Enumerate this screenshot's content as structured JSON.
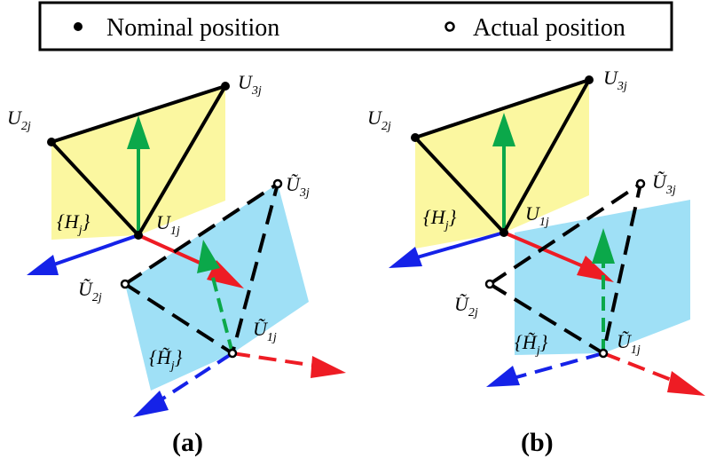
{
  "legend": {
    "nominal_label": "Nominal position",
    "actual_label": "Actual position"
  },
  "panels": [
    {
      "caption": "(a)",
      "u1": "U",
      "u1_sub": "1j",
      "u2": "U",
      "u2_sub": "2j",
      "u3": "U",
      "u3_sub": "3j",
      "h_frame": "{H",
      "h_sub": "j",
      "h_close": "}",
      "u1t": "Ũ",
      "u1t_sub": "1j",
      "u2t": "Ũ",
      "u2t_sub": "2j",
      "u3t": "Ũ",
      "u3t_sub": "3j",
      "ht_frame": "{H̃",
      "ht_sub": "j",
      "ht_close": "}"
    },
    {
      "caption": "(b)",
      "u1": "U",
      "u1_sub": "1j",
      "u2": "U",
      "u2_sub": "2j",
      "u3": "U",
      "u3_sub": "3j",
      "h_frame": "{H",
      "h_sub": "j",
      "h_close": "}",
      "u1t": "Ũ",
      "u1t_sub": "1j",
      "u2t": "Ũ",
      "u2t_sub": "2j",
      "u3t": "Ũ",
      "u3t_sub": "3j",
      "ht_frame": "{H̃",
      "ht_sub": "j",
      "ht_close": "}"
    }
  ],
  "colors": {
    "yellow_plane": "#fbf7a0",
    "blue_plane": "#9fe0f6",
    "green": "#0ba84a",
    "red": "#ee1c24",
    "blue": "#1522e8"
  }
}
